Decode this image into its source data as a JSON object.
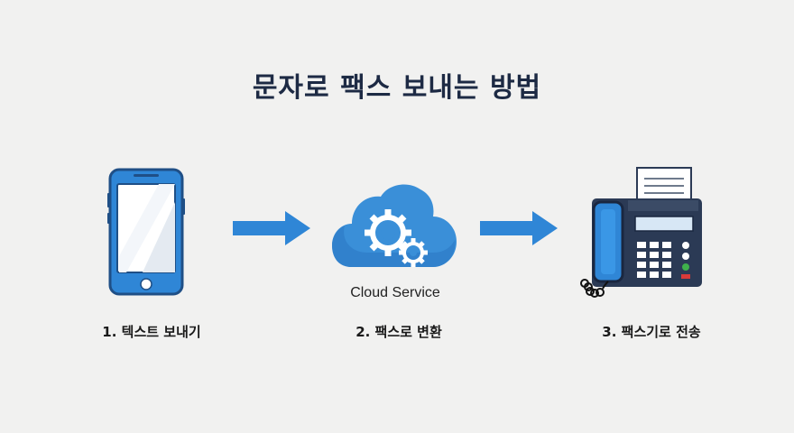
{
  "title": "문자로 팩스 보내는 방법",
  "colors": {
    "accent_blue": "#2f86d6",
    "dark_navy": "#2b3a55",
    "background": "#f1f1f0"
  },
  "icons": {
    "phone": "smartphone-icon",
    "cloud": "cloud-gear-icon",
    "fax": "fax-machine-icon",
    "arrow": "right-arrow-icon"
  },
  "cloud_label": "Cloud Service",
  "steps": [
    {
      "label": "1. 텍스트 보내기"
    },
    {
      "label": "2. 팩스로 변환"
    },
    {
      "label": "3. 팩스기로 전송"
    }
  ]
}
